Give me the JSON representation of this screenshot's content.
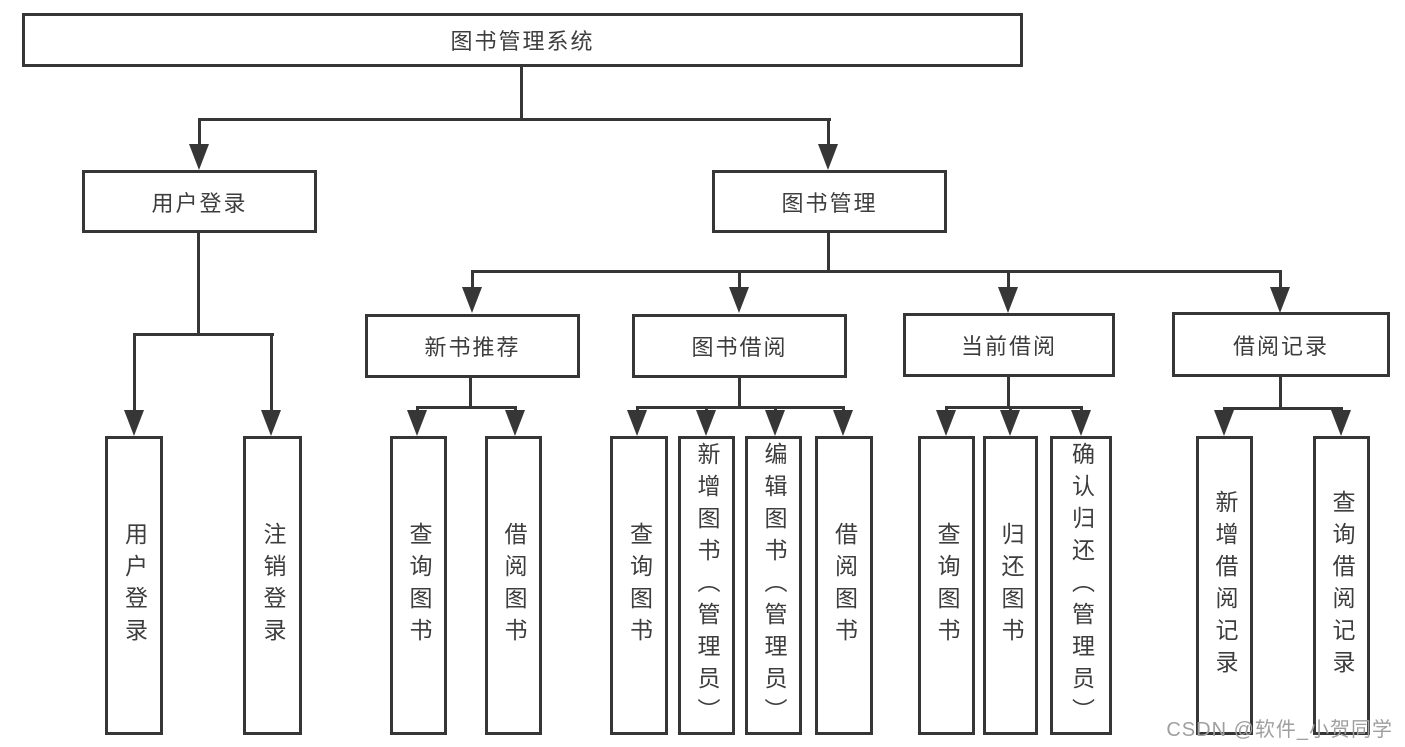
{
  "diagram_title": "图书管理系统",
  "nodes": {
    "root": "图书管理系统",
    "user_login": "用户登录",
    "book_mgmt": "图书管理",
    "new_book_rec": "新书推荐",
    "book_borrow": "图书借阅",
    "current_borrow": "当前借阅",
    "borrow_record": "借阅记录",
    "leaf_user_login": "用户登录",
    "leaf_logout": "注销登录",
    "leaf_rec_query": "查询图书",
    "leaf_rec_borrow": "借阅图书",
    "leaf_bb_query": "查询图书",
    "leaf_bb_add": "新增图书（管理员）",
    "leaf_bb_edit": "编辑图书（管理员）",
    "leaf_bb_borrow": "借阅图书",
    "leaf_cb_query": "查询图书",
    "leaf_cb_return": "归还图书",
    "leaf_cb_confirm": "确认归还（管理员）",
    "leaf_br_add": "新增借阅记录",
    "leaf_br_query": "查询借阅记录"
  },
  "watermark": "CSDN @软件_小贺同学",
  "colors": {
    "line": "#363636",
    "text": "#3d3d3d",
    "watermark": "#9f9f9f",
    "background": "#ffffff"
  }
}
